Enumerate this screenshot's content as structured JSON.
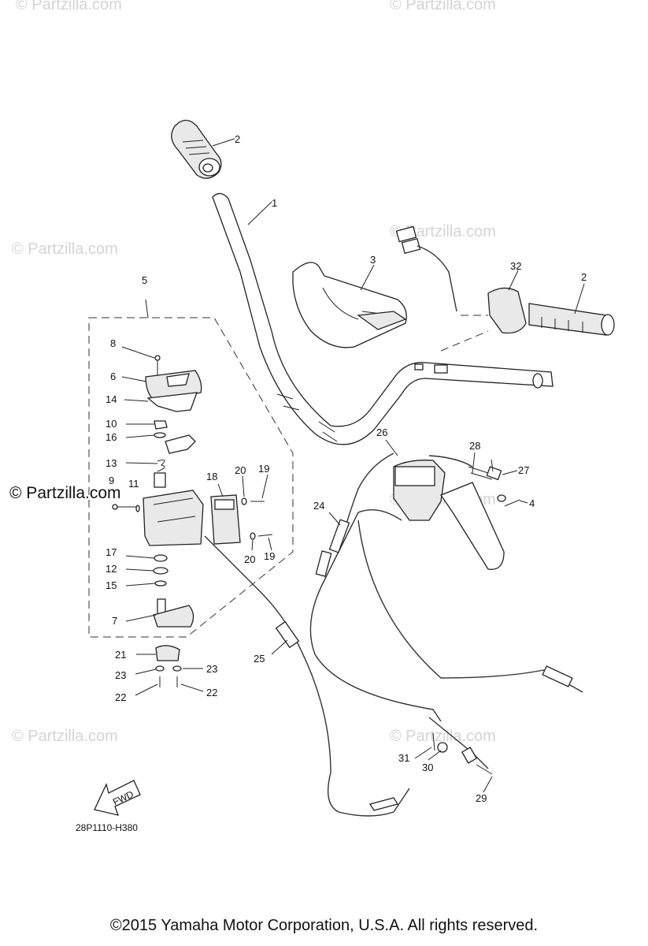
{
  "watermark": {
    "text": "© Partzilla.com",
    "strong_text": "© Partzilla.com"
  },
  "diagram_code": "28P1110-H380",
  "fwd_label": "FWD",
  "copyright": "©2015  Yamaha Motor Corporation, U.S.A. All rights reserved.",
  "callouts": {
    "c1": "1",
    "c2a": "2",
    "c2b": "2",
    "c3": "3",
    "c4": "4",
    "c5": "5",
    "c6": "6",
    "c7": "7",
    "c8": "8",
    "c9": "9",
    "c10": "10",
    "c11": "11",
    "c12": "12",
    "c13": "13",
    "c14": "14",
    "c15": "15",
    "c16": "16",
    "c17": "17",
    "c18": "18",
    "c19a": "19",
    "c19b": "19",
    "c20a": "20",
    "c20b": "20",
    "c21": "21",
    "c22a": "22",
    "c22b": "22",
    "c23a": "23",
    "c23b": "23",
    "c24": "24",
    "c25": "25",
    "c26": "26",
    "c27": "27",
    "c28": "28",
    "c29": "29",
    "c30": "30",
    "c31": "31",
    "c32": "32"
  }
}
